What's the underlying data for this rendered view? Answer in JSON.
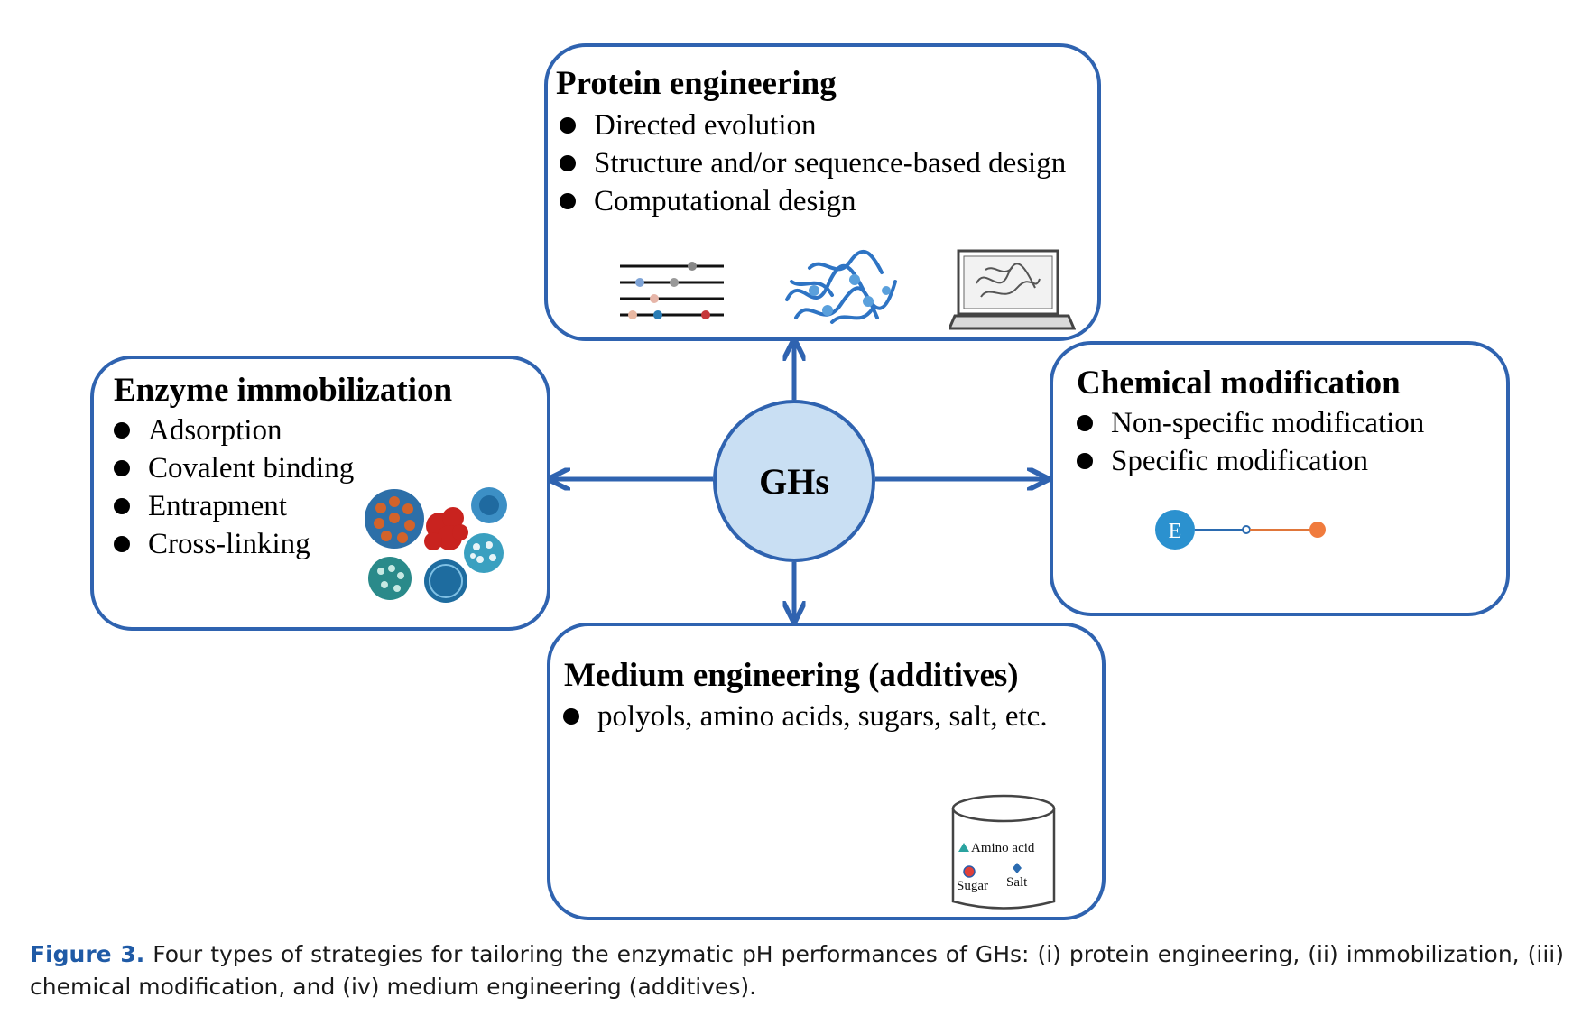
{
  "center": {
    "label": "GHs"
  },
  "protein_engineering": {
    "title": "Protein engineering",
    "items": [
      "Directed evolution",
      "Structure and/or sequence-based design",
      "Computational design"
    ]
  },
  "enzyme_immobilization": {
    "title": "Enzyme immobilization",
    "items": [
      "Adsorption",
      "Covalent binding",
      "Entrapment",
      "Cross-linking"
    ]
  },
  "chemical_modification": {
    "title": "Chemical modification",
    "items": [
      "Non-specific modification",
      "Specific modification"
    ],
    "enzyme_label": "E"
  },
  "medium_engineering": {
    "title": "Medium engineering (additives)",
    "items": [
      "polyols, amino acids, sugars, salt, etc."
    ],
    "container": {
      "amino_acid_label": "Amino acid",
      "sugar_label": "Sugar",
      "salt_label": "Salt"
    }
  },
  "caption": {
    "label": "Figure 3.",
    "text": "Four types of strategies for tailoring the enzymatic pH performances of GHs: (i) protein engineering, (ii) immobilization, (iii) chemical modification, and (iv) medium engineering (additives)."
  },
  "colors": {
    "border": "#2f63b0",
    "hub_fill": "#c9dff3",
    "caption_label": "#1f5aa6"
  }
}
